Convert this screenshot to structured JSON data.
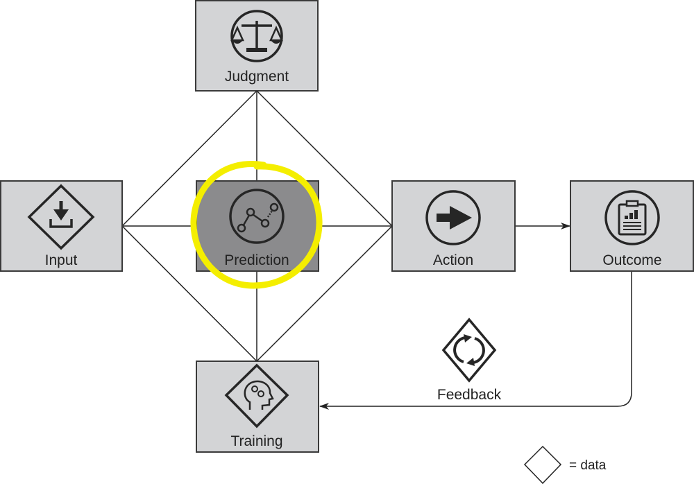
{
  "nodes": {
    "judgment": {
      "label": "Judgment",
      "icon": "scales-icon"
    },
    "input": {
      "label": "Input",
      "icon": "download-icon"
    },
    "prediction": {
      "label": "Prediction",
      "icon": "line-chart-icon",
      "highlighted": true
    },
    "action": {
      "label": "Action",
      "icon": "arrow-right-icon"
    },
    "outcome": {
      "label": "Outcome",
      "icon": "clipboard-chart-icon"
    },
    "training": {
      "label": "Training",
      "icon": "head-gears-icon"
    }
  },
  "feedback": {
    "label": "Feedback",
    "icon": "refresh-icon"
  },
  "legend": {
    "label": "= data"
  },
  "colors": {
    "box": "#d3d4d6",
    "box_highlight": "#8b8b8d",
    "highlight_ring": "#f4ee00"
  }
}
